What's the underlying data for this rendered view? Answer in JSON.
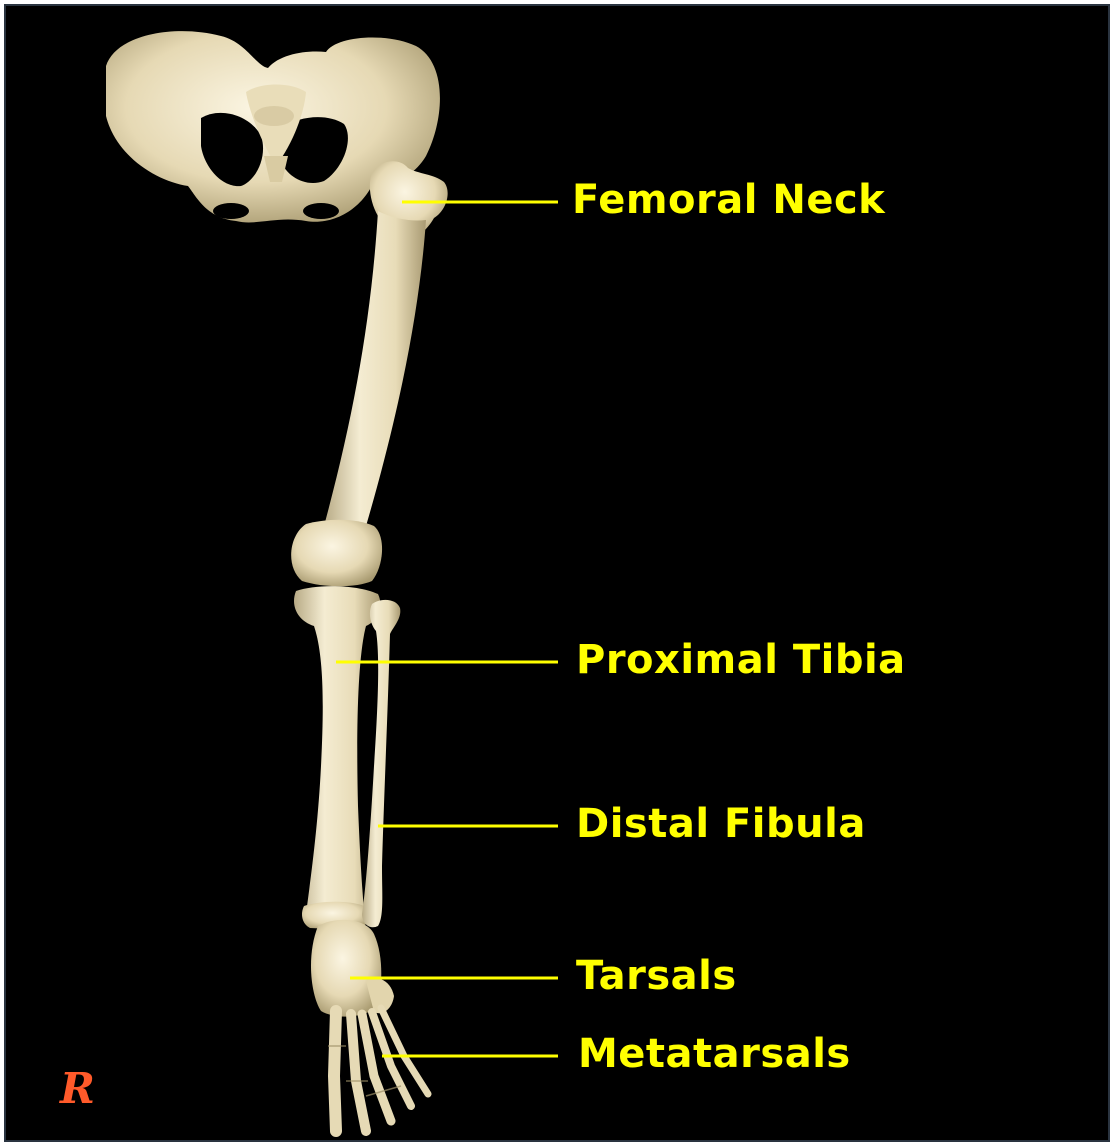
{
  "labels": {
    "femoral_neck": "Femoral Neck",
    "proximal_tibia": "Proximal Tibia",
    "distal_fibula": "Distal Fibula",
    "tarsals": "Tarsals",
    "metatarsals": "Metatarsals"
  },
  "side_marker": "R",
  "colors": {
    "background": "#000000",
    "label_text": "#ffff00",
    "leader_line": "#ffff00",
    "bone": "#efe6c8",
    "side_marker": "#ff5a2a"
  }
}
